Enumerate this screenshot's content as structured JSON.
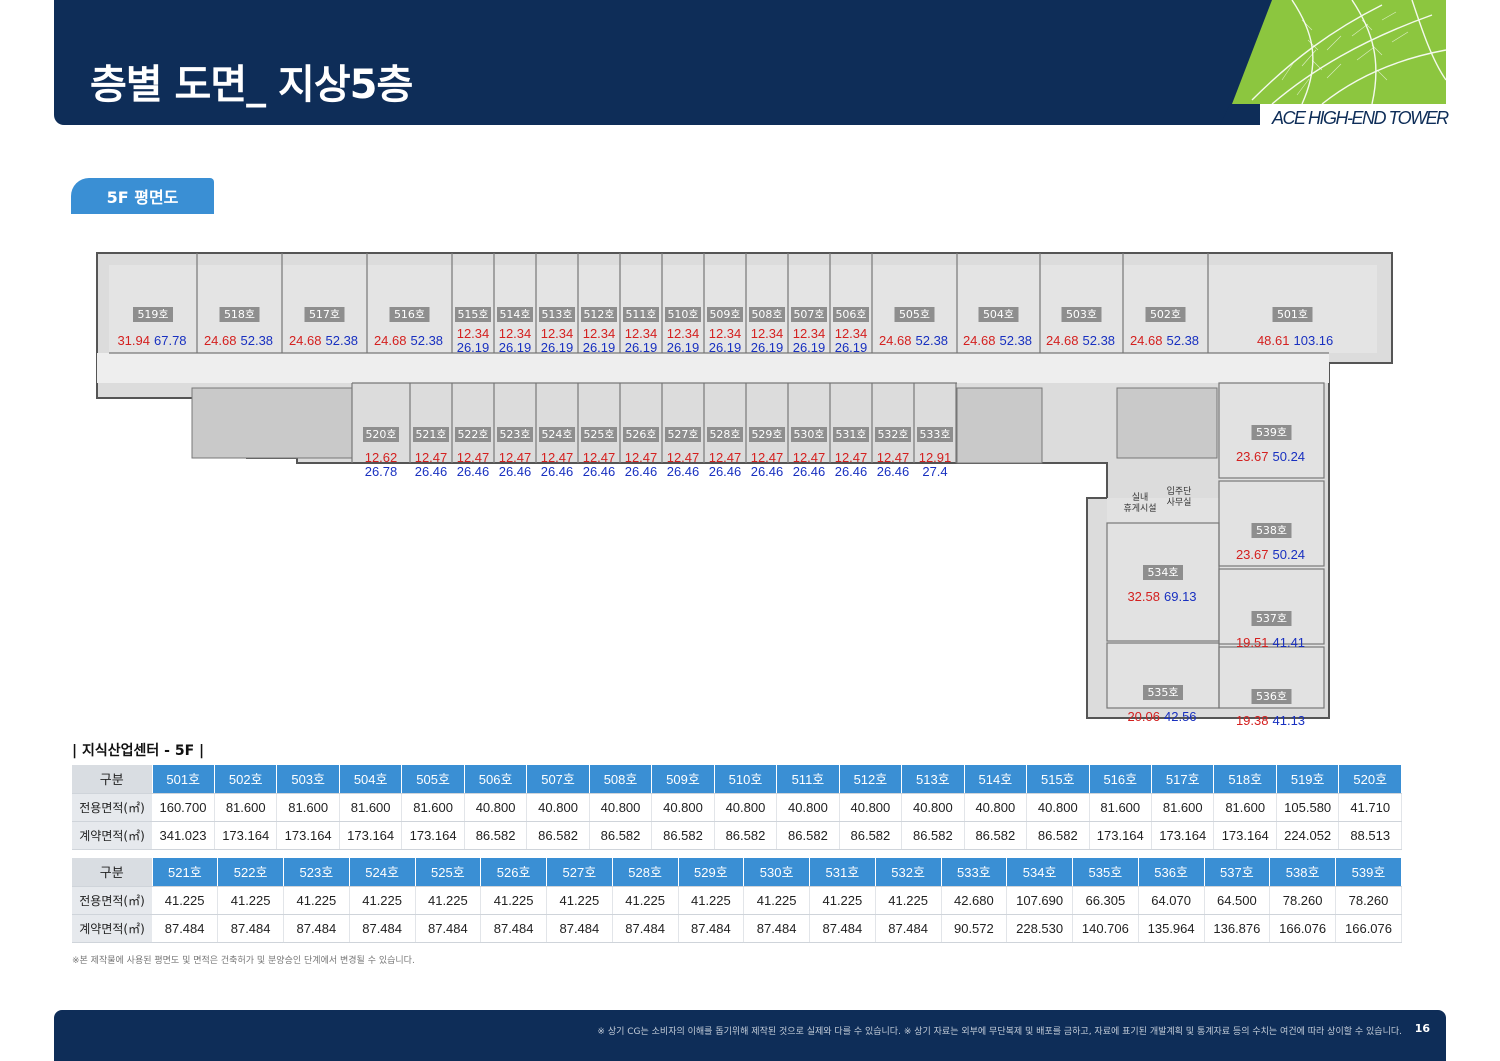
{
  "header": {
    "title": "층별 도면_ 지상5층",
    "brand": "ACE HIGH-END TOWER"
  },
  "colors": {
    "navy": "#0e2d58",
    "accent_blue": "#3a8fd4",
    "exclusive_area_red": "#d4201f",
    "contract_area_blue": "#1830c0",
    "leaf_green": "#8cc63f"
  },
  "section_tab": "5F 평면도",
  "floor_plan": {
    "north_units": [
      {
        "label": "519호",
        "exclusive": "31.94",
        "contract": "67.78"
      },
      {
        "label": "518호",
        "exclusive": "24.68",
        "contract": "52.38"
      },
      {
        "label": "517호",
        "exclusive": "24.68",
        "contract": "52.38"
      },
      {
        "label": "516호",
        "exclusive": "24.68",
        "contract": "52.38"
      },
      {
        "label": "515호",
        "exclusive": "12.34",
        "contract": "26.19"
      },
      {
        "label": "514호",
        "exclusive": "12.34",
        "contract": "26.19"
      },
      {
        "label": "513호",
        "exclusive": "12.34",
        "contract": "26.19"
      },
      {
        "label": "512호",
        "exclusive": "12.34",
        "contract": "26.19"
      },
      {
        "label": "511호",
        "exclusive": "12.34",
        "contract": "26.19"
      },
      {
        "label": "510호",
        "exclusive": "12.34",
        "contract": "26.19"
      },
      {
        "label": "509호",
        "exclusive": "12.34",
        "contract": "26.19"
      },
      {
        "label": "508호",
        "exclusive": "12.34",
        "contract": "26.19"
      },
      {
        "label": "507호",
        "exclusive": "12.34",
        "contract": "26.19"
      },
      {
        "label": "506호",
        "exclusive": "12.34",
        "contract": "26.19"
      },
      {
        "label": "505호",
        "exclusive": "24.68",
        "contract": "52.38"
      },
      {
        "label": "504호",
        "exclusive": "24.68",
        "contract": "52.38"
      },
      {
        "label": "503호",
        "exclusive": "24.68",
        "contract": "52.38"
      },
      {
        "label": "502호",
        "exclusive": "24.68",
        "contract": "52.38"
      },
      {
        "label": "501호",
        "exclusive": "48.61",
        "contract": "103.16"
      }
    ],
    "south_units": [
      {
        "label": "520호",
        "exclusive": "12.62",
        "contract": "26.78"
      },
      {
        "label": "521호",
        "exclusive": "12.47",
        "contract": "26.46"
      },
      {
        "label": "522호",
        "exclusive": "12.47",
        "contract": "26.46"
      },
      {
        "label": "523호",
        "exclusive": "12.47",
        "contract": "26.46"
      },
      {
        "label": "524호",
        "exclusive": "12.47",
        "contract": "26.46"
      },
      {
        "label": "525호",
        "exclusive": "12.47",
        "contract": "26.46"
      },
      {
        "label": "526호",
        "exclusive": "12.47",
        "contract": "26.46"
      },
      {
        "label": "527호",
        "exclusive": "12.47",
        "contract": "26.46"
      },
      {
        "label": "528호",
        "exclusive": "12.47",
        "contract": "26.46"
      },
      {
        "label": "529호",
        "exclusive": "12.47",
        "contract": "26.46"
      },
      {
        "label": "530호",
        "exclusive": "12.47",
        "contract": "26.46"
      },
      {
        "label": "531호",
        "exclusive": "12.47",
        "contract": "26.46"
      },
      {
        "label": "532호",
        "exclusive": "12.47",
        "contract": "26.46"
      },
      {
        "label": "533호",
        "exclusive": "12.91",
        "contract": "27.4"
      }
    ],
    "wing_units": [
      {
        "label": "539호",
        "exclusive": "23.67",
        "contract": "50.24"
      },
      {
        "label": "538호",
        "exclusive": "23.67",
        "contract": "50.24"
      },
      {
        "label": "534호",
        "exclusive": "32.58",
        "contract": "69.13"
      },
      {
        "label": "537호",
        "exclusive": "19.51",
        "contract": "41.41"
      },
      {
        "label": "535호",
        "exclusive": "20.06",
        "contract": "42.56"
      },
      {
        "label": "536호",
        "exclusive": "19.38",
        "contract": "41.13"
      }
    ],
    "facilities": {
      "lounge_line1": "실내",
      "lounge_line2": "휴게시설",
      "office_line1": "입주단",
      "office_line2": "사무실"
    }
  },
  "table_title": "| 지식산업센터 - 5F |",
  "table_a": {
    "header": "구분",
    "units": [
      "501호",
      "502호",
      "503호",
      "504호",
      "505호",
      "506호",
      "507호",
      "508호",
      "509호",
      "510호",
      "511호",
      "512호",
      "513호",
      "514호",
      "515호",
      "516호",
      "517호",
      "518호",
      "519호",
      "520호"
    ],
    "rows": [
      {
        "label": "전용면적(㎡)",
        "values": [
          "160.700",
          "81.600",
          "81.600",
          "81.600",
          "81.600",
          "40.800",
          "40.800",
          "40.800",
          "40.800",
          "40.800",
          "40.800",
          "40.800",
          "40.800",
          "40.800",
          "40.800",
          "81.600",
          "81.600",
          "81.600",
          "105.580",
          "41.710"
        ]
      },
      {
        "label": "계약면적(㎡)",
        "values": [
          "341.023",
          "173.164",
          "173.164",
          "173.164",
          "173.164",
          "86.582",
          "86.582",
          "86.582",
          "86.582",
          "86.582",
          "86.582",
          "86.582",
          "86.582",
          "86.582",
          "86.582",
          "173.164",
          "173.164",
          "173.164",
          "224.052",
          "88.513"
        ]
      }
    ]
  },
  "table_b": {
    "header": "구분",
    "units": [
      "521호",
      "522호",
      "523호",
      "524호",
      "525호",
      "526호",
      "527호",
      "528호",
      "529호",
      "530호",
      "531호",
      "532호",
      "533호",
      "534호",
      "535호",
      "536호",
      "537호",
      "538호",
      "539호"
    ],
    "rows": [
      {
        "label": "전용면적(㎡)",
        "values": [
          "41.225",
          "41.225",
          "41.225",
          "41.225",
          "41.225",
          "41.225",
          "41.225",
          "41.225",
          "41.225",
          "41.225",
          "41.225",
          "41.225",
          "42.680",
          "107.690",
          "66.305",
          "64.070",
          "64.500",
          "78.260",
          "78.260"
        ]
      },
      {
        "label": "계약면적(㎡)",
        "values": [
          "87.484",
          "87.484",
          "87.484",
          "87.484",
          "87.484",
          "87.484",
          "87.484",
          "87.484",
          "87.484",
          "87.484",
          "87.484",
          "87.484",
          "90.572",
          "228.530",
          "140.706",
          "135.964",
          "136.876",
          "166.076",
          "166.076"
        ]
      }
    ]
  },
  "disclaimer": "※본 제작물에 사용된 평면도 및 면적은 건축허가 및 분양승인 단계에서 변경될 수 있습니다.",
  "footer": {
    "note": "※ 상기 CG는 소비자의 이해를 돕기위해 제작된 것으로 실제와 다를 수 있습니다.  ※ 상기 자료는 외부에 무단복제 및 배포를 금하고, 자료에 표기된 개발계획 및 통계자료 등의 수치는 여건에 따라 상이할 수 있습니다.",
    "page_number": "16"
  }
}
